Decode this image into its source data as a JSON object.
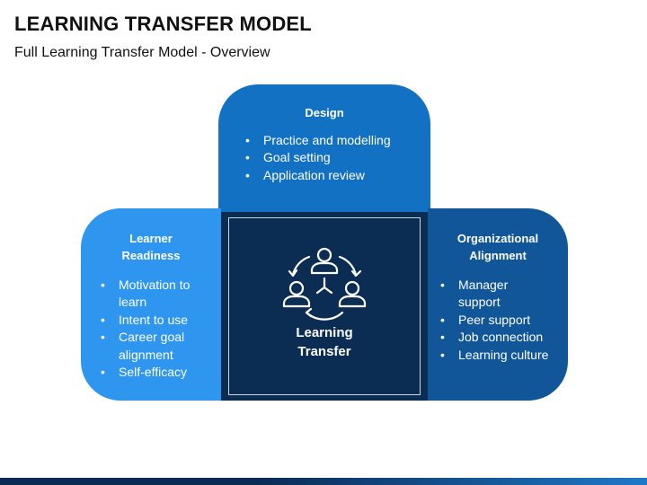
{
  "page": {
    "title": "LEARNING TRANSFER MODEL",
    "subtitle": "Full Learning Transfer Model - Overview"
  },
  "design": {
    "heading": "Design",
    "items": [
      "Practice and modelling",
      "Goal setting",
      "Application review"
    ]
  },
  "learner": {
    "heading_line1": "Learner",
    "heading_line2": "Readiness",
    "items": [
      "Motivation to learn",
      "Intent to use",
      "Career goal alignment",
      "Self-efficacy"
    ]
  },
  "organizational": {
    "heading_line1": "Organizational",
    "heading_line2": "Alignment",
    "items": [
      "Manager support",
      "Peer support",
      "Job connection",
      "Learning culture"
    ]
  },
  "center": {
    "label_line1": "Learning",
    "label_line2": "Transfer",
    "icon": "people-cycle-icon"
  },
  "colors": {
    "design": "#1371c4",
    "learner": "#2e96ee",
    "organizational": "#115698",
    "center": "#0b2d54"
  }
}
